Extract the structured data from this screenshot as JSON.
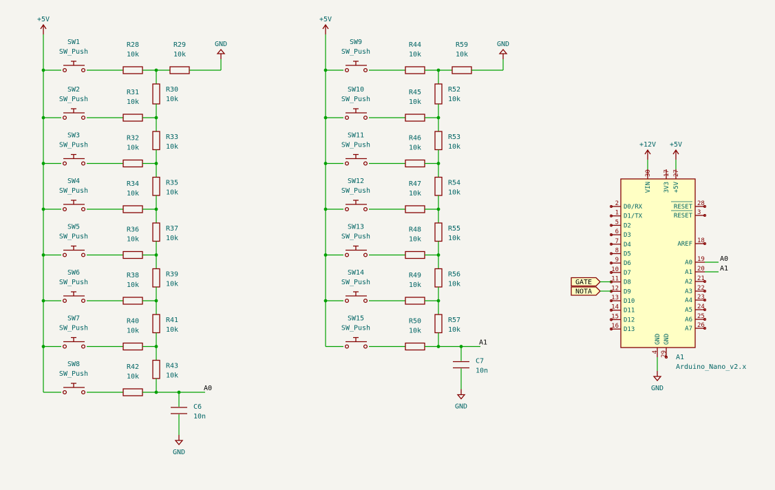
{
  "rails": {
    "vcc": "+5V",
    "gnd": "GND",
    "v12": "+12V"
  },
  "ladder1": {
    "rows": [
      {
        "sw": "SW1",
        "r": "R28",
        "top": true,
        "rt": "R29"
      },
      {
        "sw": "SW2",
        "r": "R31",
        "rv": "R30"
      },
      {
        "sw": "SW3",
        "r": "R32",
        "rv": "R33"
      },
      {
        "sw": "SW4",
        "r": "R34",
        "rv": "R35"
      },
      {
        "sw": "SW5",
        "r": "R36",
        "rv": "R37"
      },
      {
        "sw": "SW6",
        "r": "R38",
        "rv": "R39"
      },
      {
        "sw": "SW7",
        "r": "R40",
        "rv": "R41"
      },
      {
        "sw": "SW8",
        "r": "R42",
        "rv": "R43"
      }
    ],
    "cap": {
      "ref": "C6",
      "value": "10n"
    },
    "net": "A0"
  },
  "ladder2": {
    "rows": [
      {
        "sw": "SW9",
        "r": "R44",
        "top": true,
        "rt": "R59"
      },
      {
        "sw": "SW10",
        "r": "R45",
        "rv": "R52"
      },
      {
        "sw": "SW11",
        "r": "R46",
        "rv": "R53"
      },
      {
        "sw": "SW12",
        "r": "R47",
        "rv": "R54"
      },
      {
        "sw": "SW13",
        "r": "R48",
        "rv": "R55"
      },
      {
        "sw": "SW14",
        "r": "R49",
        "rv": "R56"
      },
      {
        "sw": "SW15",
        "r": "R50",
        "rv": "R57"
      }
    ],
    "cap": {
      "ref": "C7",
      "value": "10n"
    },
    "net": "A1"
  },
  "sw_value": "SW_Push",
  "r_value": "10k",
  "arduino": {
    "ref": "A1",
    "value": "Arduino_Nano_v2.x",
    "left_pins": [
      {
        "num": "2",
        "name": "D0/RX"
      },
      {
        "num": "1",
        "name": "D1/TX"
      },
      {
        "num": "5",
        "name": "D2"
      },
      {
        "num": "6",
        "name": "D3"
      },
      {
        "num": "7",
        "name": "D4"
      },
      {
        "num": "8",
        "name": "D5"
      },
      {
        "num": "9",
        "name": "D6"
      },
      {
        "num": "10",
        "name": "D7"
      },
      {
        "num": "11",
        "name": "D8"
      },
      {
        "num": "12",
        "name": "D9"
      },
      {
        "num": "13",
        "name": "D10"
      },
      {
        "num": "14",
        "name": "D11"
      },
      {
        "num": "15",
        "name": "D12"
      },
      {
        "num": "16",
        "name": "D13"
      }
    ],
    "right_pins": [
      {
        "num": "28",
        "name": "RESET"
      },
      {
        "num": "3",
        "name": "RESET"
      },
      {
        "num": "18",
        "name": "AREF"
      },
      {
        "num": "19",
        "name": "A0"
      },
      {
        "num": "20",
        "name": "A1"
      },
      {
        "num": "21",
        "name": "A2"
      },
      {
        "num": "22",
        "name": "A3"
      },
      {
        "num": "23",
        "name": "A4"
      },
      {
        "num": "24",
        "name": "A5"
      },
      {
        "num": "25",
        "name": "A6"
      },
      {
        "num": "26",
        "name": "A7"
      }
    ],
    "top_pins": [
      {
        "num": "30",
        "name": "VIN"
      },
      {
        "num": "17",
        "name": "3V3"
      },
      {
        "num": "27",
        "name": "+5V"
      }
    ],
    "bottom_pins": [
      {
        "num": "4",
        "name": "GND"
      },
      {
        "num": "29",
        "name": "GND"
      }
    ],
    "labels": {
      "gate": "GATE",
      "nota": "NOTA",
      "a0": "A0",
      "a1": "A1"
    }
  }
}
